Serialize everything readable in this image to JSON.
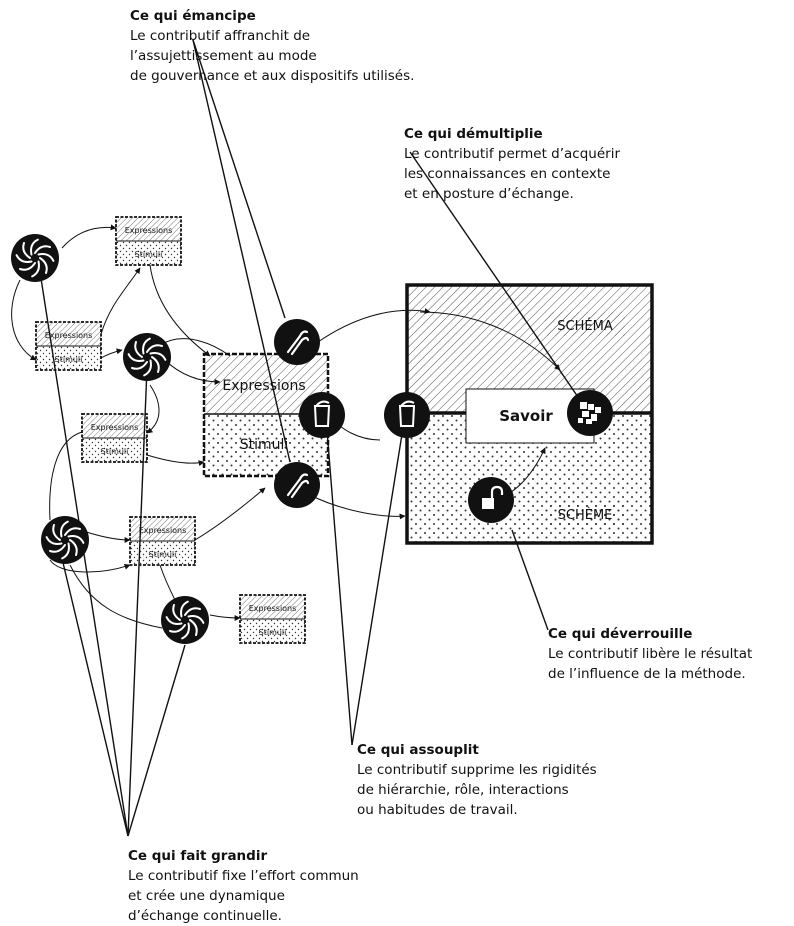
{
  "annotations": {
    "emancipe": {
      "title": "Ce qui émancipe",
      "lines": [
        "Le contributif affranchit de",
        "l’assujettissement au mode",
        "de gouvernance et aux dispositifs utilisés."
      ]
    },
    "demultiplie": {
      "title": "Ce qui démultiplie",
      "lines": [
        "Le contributif permet d’acquérir",
        "les connaissances en contexte",
        "et en posture d’échange."
      ]
    },
    "deverrouille": {
      "title": "Ce qui déverrouille",
      "lines": [
        "Le contributif libère le résultat",
        "de l’influence de la méthode."
      ]
    },
    "assouplit": {
      "title": "Ce qui assouplit",
      "lines": [
        "Le contributif supprime les rigidités",
        "de hiérarchie, rôle, interactions",
        "ou habitudes de travail."
      ]
    },
    "grandir": {
      "title": "Ce qui fait grandir",
      "lines": [
        "Le contributif fixe l’effort commun",
        "et crée une dynamique",
        "d’échange continuelle."
      ]
    }
  },
  "diagram": {
    "main_box": {
      "schema_label": "SCHÉMA",
      "scheme_label": "SCHÈME",
      "savoir_label": "Savoir"
    },
    "center_box": {
      "expressions_label": "Expressions",
      "stimuli_label": "Stimuli"
    },
    "small_boxes": [
      {
        "expressions": "Expressions",
        "stimuli": "Stimuli"
      },
      {
        "expressions": "Expressions",
        "stimuli": "Stimuli"
      },
      {
        "expressions": "Expressions",
        "stimuli": "Stimuli"
      },
      {
        "expressions": "Expressions",
        "stimuli": "Stimuli"
      },
      {
        "expressions": "Expressions",
        "stimuli": "Stimuli"
      }
    ],
    "icons": {
      "spiral": "spiral-icon",
      "pliers": "pliers-icon",
      "cup": "cup-icon",
      "puzzle": "puzzle-icon",
      "padlock": "open-padlock-icon"
    }
  }
}
